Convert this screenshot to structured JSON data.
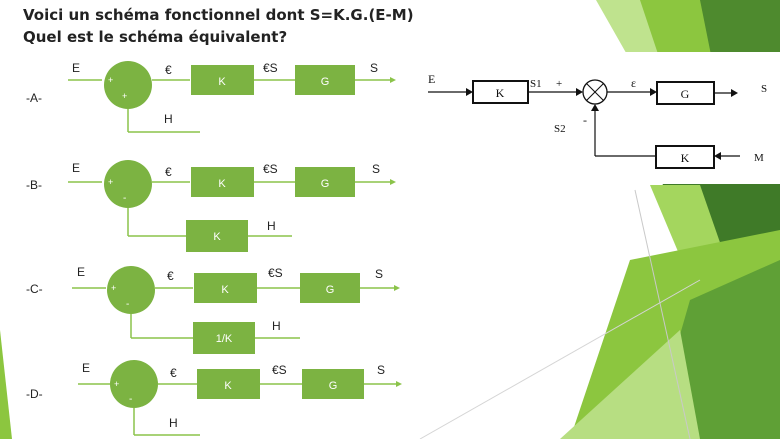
{
  "slide": {
    "title_line1": "Voici un schéma fonctionnel dont S=K.G.(E-M)",
    "title_line2": "Quel est le schéma équivalent?"
  },
  "options": [
    {
      "label": "-A-",
      "input": "E",
      "sign_top": "+",
      "sign_bottom": "+",
      "error": "€",
      "block1": "K",
      "mid": "€S",
      "block2": "G",
      "output": "S",
      "feedback_label": "H",
      "feedback_block": ""
    },
    {
      "label": "-B-",
      "input": "E",
      "sign_top": "+",
      "sign_bottom": "-",
      "error": "€",
      "block1": "K",
      "mid": "€S",
      "block2": "G",
      "output": "S",
      "feedback_label": "H",
      "feedback_block": "K"
    },
    {
      "label": "-C-",
      "input": "E",
      "sign_top": "+",
      "sign_bottom": "-",
      "error": "€",
      "block1": "K",
      "mid": "€S",
      "block2": "G",
      "output": "S",
      "feedback_label": "H",
      "feedback_block": "1/K"
    },
    {
      "label": "-D-",
      "input": "E",
      "sign_top": "+",
      "sign_bottom": "-",
      "error": "€",
      "block1": "K",
      "mid": "€S",
      "block2": "G",
      "output": "S",
      "feedback_label": "H",
      "feedback_block": ""
    }
  ],
  "reference": {
    "input": "E",
    "block_top": "K",
    "s1": "S1",
    "plus": "+",
    "epsilon": "ε",
    "block_g": "G",
    "output": "S",
    "s2": "S2",
    "minus": "-",
    "block_bottom": "K",
    "m": "M"
  },
  "colors": {
    "green_block": "#7cb342",
    "green_dark": "#5a8f2a",
    "line": "#8bc34a"
  }
}
